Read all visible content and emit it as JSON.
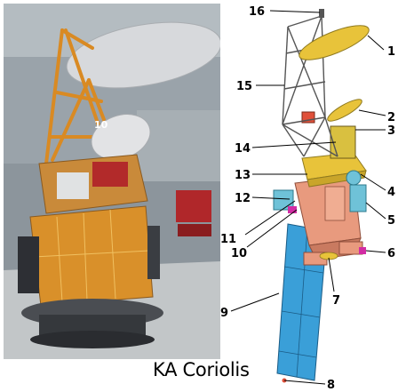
{
  "caption": "KA Coriolis",
  "photo": {
    "marking": "10"
  },
  "callouts": [
    "1",
    "2",
    "3",
    "4",
    "5",
    "6",
    "7",
    "8",
    "9",
    "10",
    "11",
    "12",
    "13",
    "14",
    "15",
    "16"
  ],
  "colors": {
    "reflector_main": "#e8c33a",
    "solar_panel": "#3a9fd8",
    "body_panel": "#e89a7e",
    "truss": "#555555",
    "mli_gold": "#d9902a",
    "clean_room_floor": "#bfc3c6"
  }
}
